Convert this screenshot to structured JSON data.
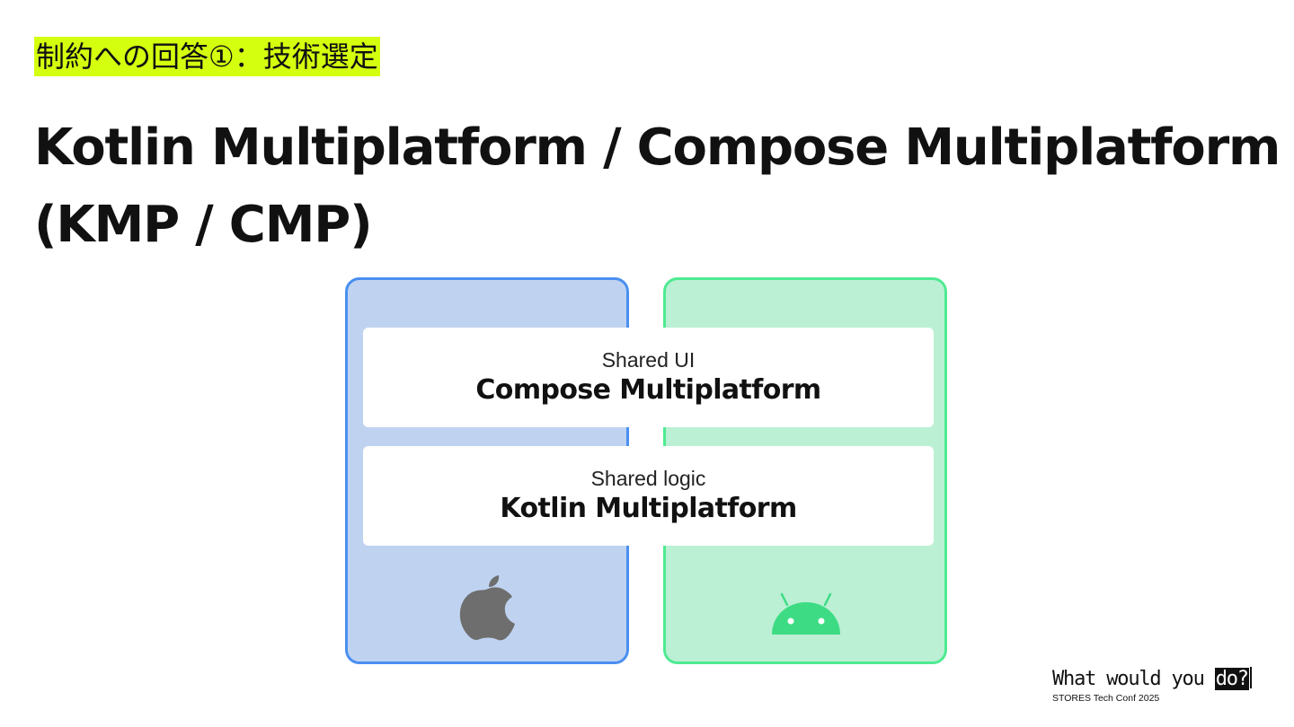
{
  "section_label": "制約への回答①：技術選定",
  "title": {
    "line1": "Kotlin Multiplatform / Compose Multiplatform",
    "line2": "(KMP / CMP)"
  },
  "diagram": {
    "platforms": [
      {
        "name": "iOS",
        "icon": "apple-icon",
        "color": "#4a8ff0",
        "fill": "#bfd3f1"
      },
      {
        "name": "Android",
        "icon": "android-icon",
        "color": "#4fea92",
        "fill": "#bbf0d4"
      }
    ],
    "layers": [
      {
        "caption": "Shared UI",
        "name": "Compose Multiplatform"
      },
      {
        "caption": "Shared logic",
        "name": "Kotlin Multiplatform"
      }
    ]
  },
  "brand": {
    "tagline_prefix": "What would you ",
    "tagline_highlight": "do?",
    "event": "STORES Tech Conf 2025"
  },
  "colors": {
    "highlight": "#d4ff0f",
    "apple_gray": "#6e6e6e",
    "android_green": "#3ddc84"
  }
}
